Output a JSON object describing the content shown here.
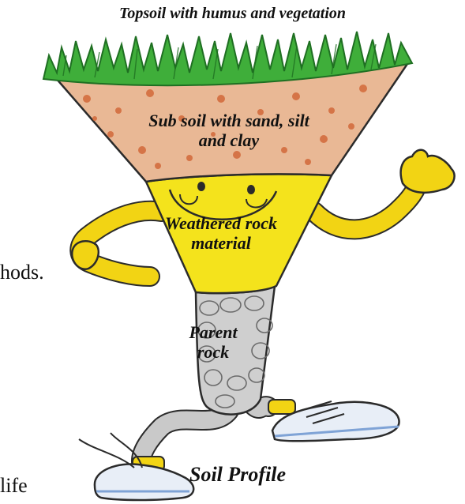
{
  "diagram": {
    "title": "Soil Profile",
    "layers": [
      {
        "id": "topsoil",
        "label": "Topsoil with humus and vegetation"
      },
      {
        "id": "subsoil",
        "label_line1": "Sub soil with sand, silt",
        "label_line2": "and clay"
      },
      {
        "id": "weathered",
        "label_line1": "Weathered rock",
        "label_line2": "material"
      },
      {
        "id": "parent",
        "label_line1": "Parent",
        "label_line2": "rock"
      }
    ]
  },
  "background_text": {
    "fragment_1": "hods.",
    "fragment_2": "life"
  },
  "colors": {
    "grass": "#3fae3a",
    "grass_dark": "#2a8a2c",
    "subsoil": "#e8b48e",
    "subsoil_speckle": "#d2693a",
    "weathered": "#f4e31c",
    "parent_rock": "#c9c9c9",
    "limb": "#f2d414",
    "shoe": "#e8eef7"
  }
}
